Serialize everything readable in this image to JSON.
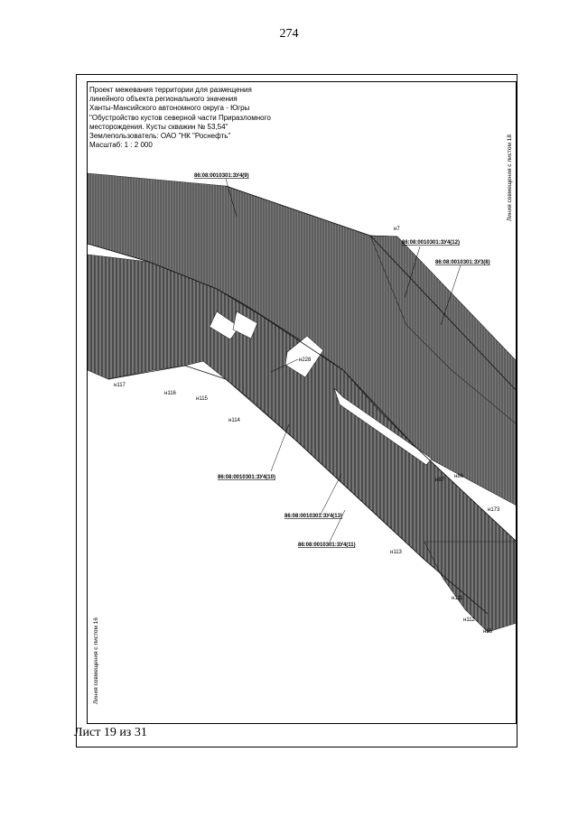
{
  "page_number": "274",
  "title_block": [
    "Проект межевания территории для размещения",
    "линейного объекта регионального значения",
    "Ханты-Мансийского автономного округа - Югры",
    "\"Обустройство кустов северной части Приразломного",
    "месторождения. Кусты скважин № 53,54\"",
    "Землепользователь: ОАО \"НК \"Роснефть\"",
    "Масштаб: 1 : 2 000"
  ],
  "sheet_footer": "Лист 19 из 31",
  "match_lines": {
    "right": "Линия совмещения с листом 18",
    "left": "Линия совмещения с листом 16"
  },
  "plot_labels": [
    "86:08:0010301:ЗУ4(9)",
    "86:08:0010301:ЗУ4(12)",
    "86:08:0010301:ЗУ3(8)",
    "86:08:0010301:ЗУ4(10)",
    "86:08:0010301:ЗУ4(13)",
    "86:08:0010301:ЗУ4(11)"
  ],
  "point_labels": {
    "n7": "н7",
    "n117": "н117",
    "n116": "н116",
    "n115": "н115",
    "n114": "н114",
    "n228": "н228",
    "n87": "н87",
    "n86": "н86",
    "n173": "н173",
    "n113": "н113",
    "n111": "н111",
    "n112": "н112",
    "n55": "н55"
  },
  "colors": {
    "hatch_fill": "#6e6e6e",
    "hatch_line": "#3a3a3a",
    "frame": "#000000"
  }
}
